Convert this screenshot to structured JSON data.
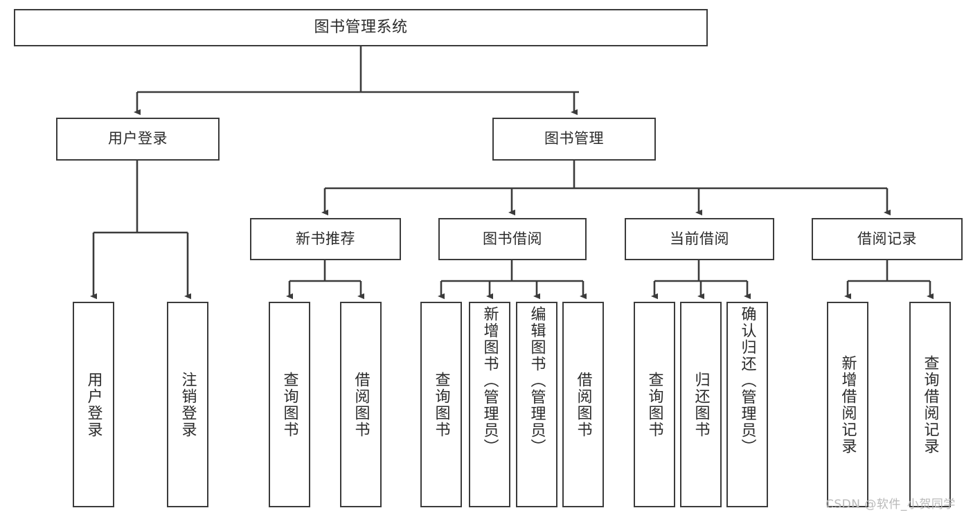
{
  "diagram": {
    "title": "图书管理系统",
    "watermark": "CSDN @软件_小贺同学",
    "line_color": "#3b3b3b",
    "box_border_color": "#3b3b3b",
    "box_fill_color": "#ffffff",
    "text_color": "#2b2b2b",
    "watermark_color": "#b9b9b9"
  },
  "nodes": {
    "root": {
      "label": "图书管理系统"
    },
    "level2": [
      {
        "label": "用户登录"
      },
      {
        "label": "图书管理"
      }
    ],
    "level3": [
      {
        "label": "新书推荐"
      },
      {
        "label": "图书借阅"
      },
      {
        "label": "当前借阅"
      },
      {
        "label": "借阅记录"
      }
    ],
    "leaves": {
      "user_login": [
        {
          "label": "用户登录"
        },
        {
          "label": "注销登录"
        }
      ],
      "new_book_recommend": [
        {
          "label": "查询图书"
        },
        {
          "label": "借阅图书"
        }
      ],
      "book_borrow": [
        {
          "label": "查询图书"
        },
        {
          "label": "新增图书（管理员）"
        },
        {
          "label": "编辑图书（管理员）"
        },
        {
          "label": "借阅图书"
        }
      ],
      "current_borrow": [
        {
          "label": "查询图书"
        },
        {
          "label": "归还图书"
        },
        {
          "label": "确认归还（管理员）"
        }
      ],
      "borrow_record": [
        {
          "label": "新增借阅记录"
        },
        {
          "label": "查询借阅记录"
        }
      ]
    }
  }
}
